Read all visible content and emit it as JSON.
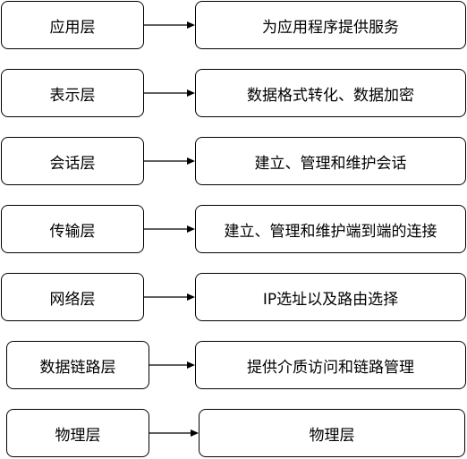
{
  "layers": [
    {
      "name": "应用层",
      "description": "为应用程序提供服务"
    },
    {
      "name": "表示层",
      "description": "数据格式转化、数据加密"
    },
    {
      "name": "会话层",
      "description": "建立、管理和维护会话"
    },
    {
      "name": "传输层",
      "description": "建立、管理和维护端到端的连接"
    },
    {
      "name": "网络层",
      "description": "IP选址以及路由选择"
    },
    {
      "name": "数据链路层",
      "description": "提供介质访问和链路管理"
    },
    {
      "name": "物理层",
      "description": "物理层"
    }
  ]
}
